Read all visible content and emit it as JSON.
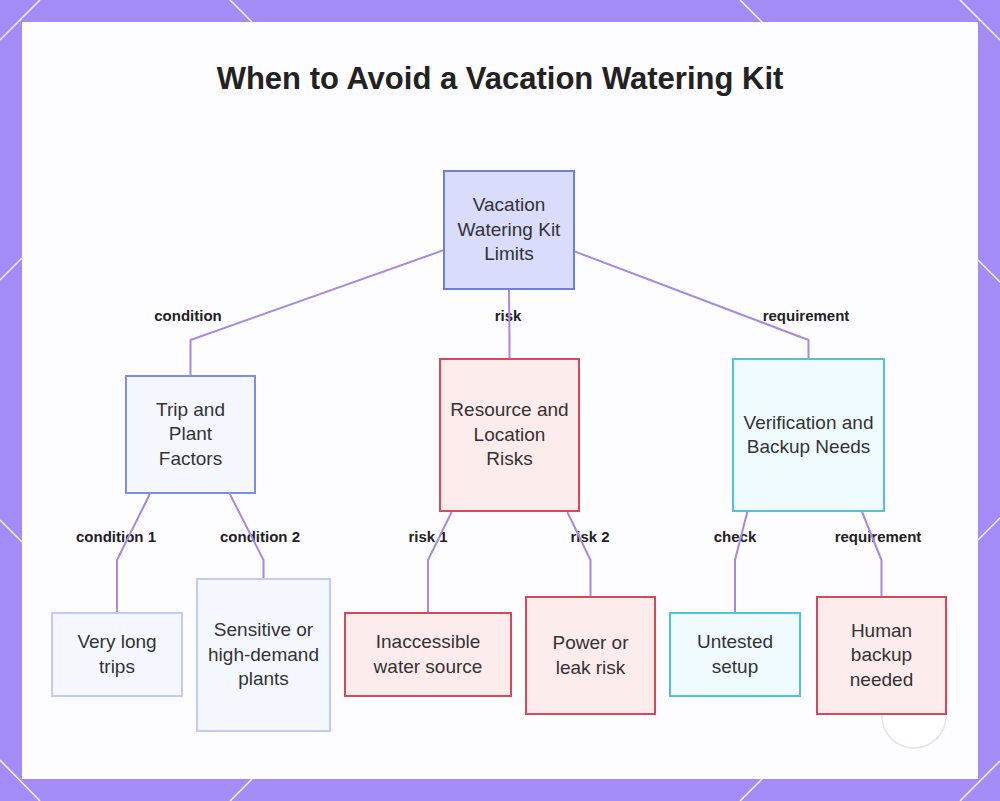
{
  "diagram": {
    "title": "When to Avoid a Vacation Watering Kit",
    "nodes": [
      {
        "text": [
          "Vacation Watering Kit Limits"
        ]
      },
      {
        "text": [
          "Trip and Plant Factors"
        ]
      },
      {
        "text": [
          "Resource and Location Risks"
        ]
      },
      {
        "text": [
          "Verification and Backup Needs"
        ]
      },
      {
        "text": [
          "Very long trips"
        ]
      },
      {
        "text": [
          "Sensitive or high-demand plants"
        ]
      },
      {
        "text": [
          "Inaccessible water source"
        ]
      },
      {
        "text": [
          "Power or leak risk"
        ]
      },
      {
        "text": [
          "Untested setup"
        ]
      },
      {
        "text": [
          "Human backup needed"
        ]
      }
    ],
    "edges": [
      {
        "from": 0,
        "to": 1,
        "label": "condition",
        "arrow": "none"
      },
      {
        "from": 0,
        "to": 2,
        "label": "risk",
        "arrow": "none"
      },
      {
        "from": 0,
        "to": 3,
        "label": "requirement",
        "arrow": "none"
      },
      {
        "from": 1,
        "to": 4,
        "label": "condition 1",
        "arrow": "none"
      },
      {
        "from": 1,
        "to": 5,
        "label": "condition 2",
        "arrow": "none"
      },
      {
        "from": 2,
        "to": 6,
        "label": "risk 1",
        "arrow": "none"
      },
      {
        "from": 2,
        "to": 7,
        "label": "risk 2",
        "arrow": "none"
      },
      {
        "from": 3,
        "to": 8,
        "label": "check",
        "arrow": "none"
      },
      {
        "from": 3,
        "to": 9,
        "label": "requirement",
        "arrow": "none"
      }
    ]
  }
}
